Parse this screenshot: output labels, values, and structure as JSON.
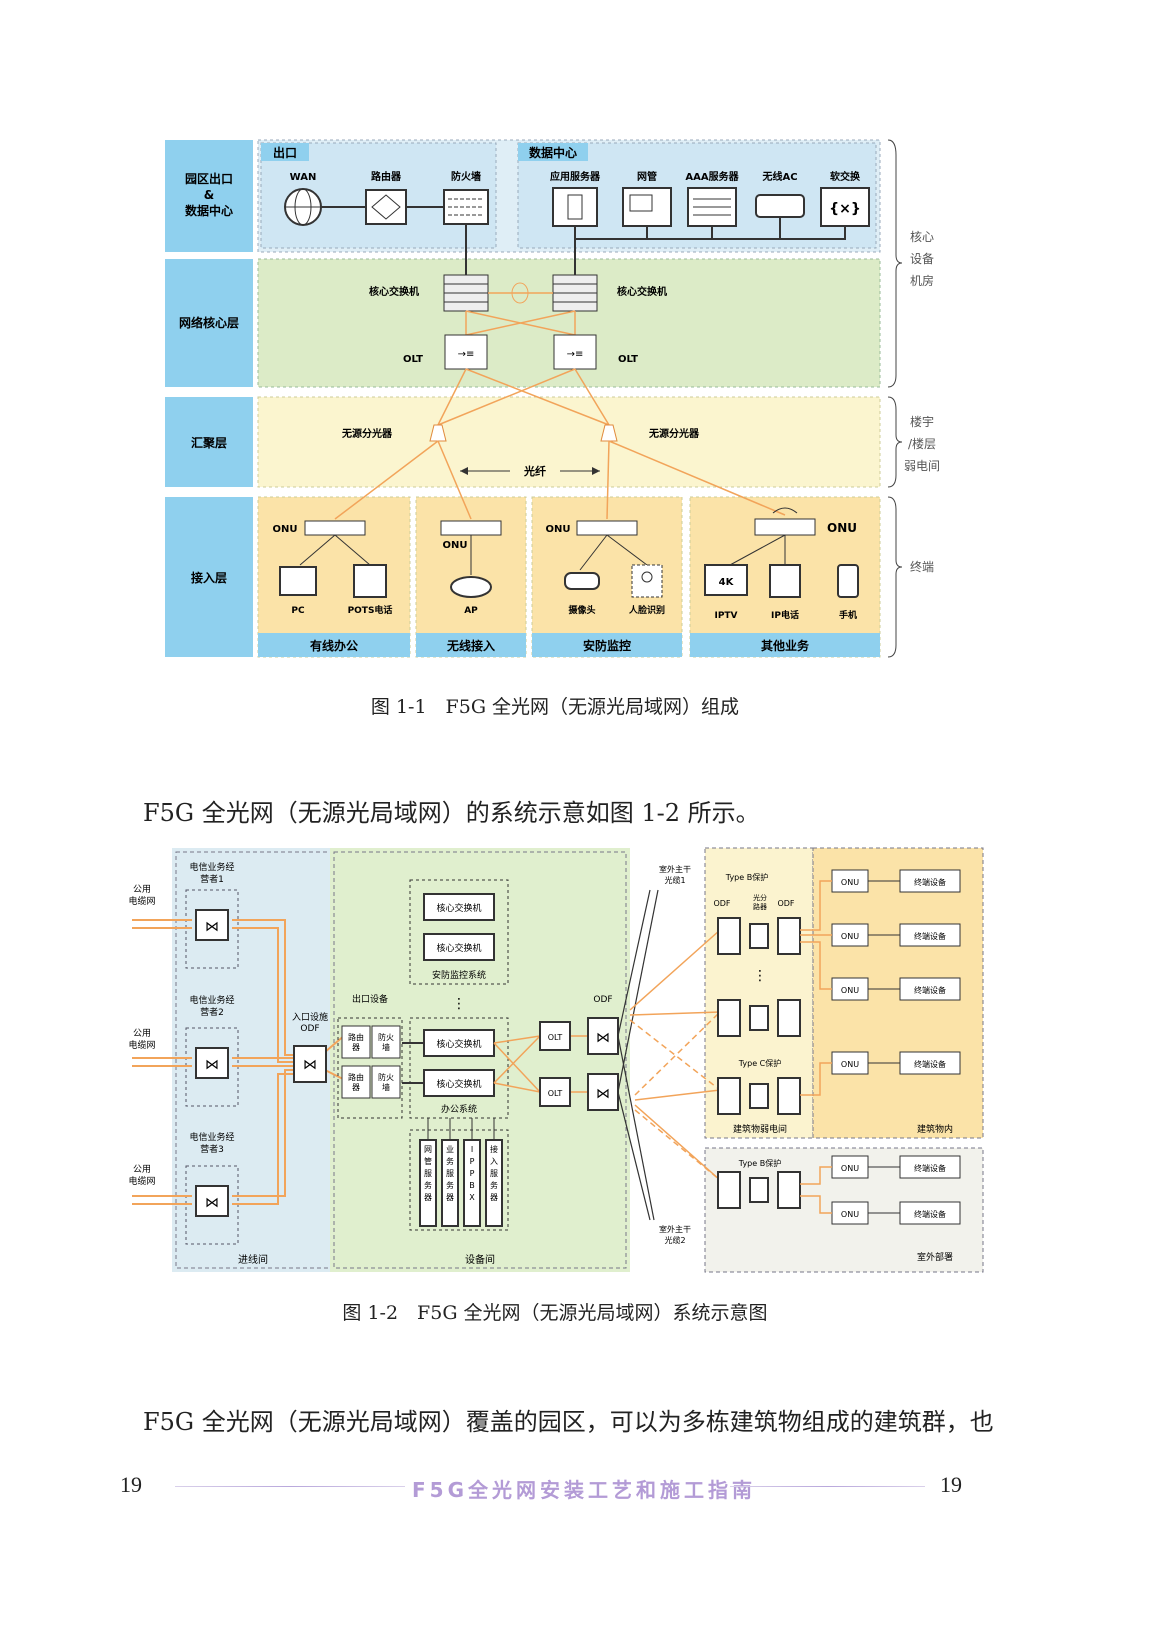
{
  "figure1": {
    "caption": "图 1-1　F5G 全光网（无源光局域网）组成",
    "layers": {
      "exit_dc": "园区出口\n&\n数据中心",
      "core": "网络核心层",
      "aggregation": "汇聚层",
      "access": "接入层"
    },
    "exit_box": "出口",
    "dc_box": "数据中心",
    "exit_devices": [
      "WAN",
      "路由器",
      "防火墙"
    ],
    "dc_devices": [
      "应用服务器",
      "网管",
      "AAA服务器",
      "无线AC",
      "软交换"
    ],
    "core_switch": "核心交换机",
    "olt": "OLT",
    "splitter": "无源分光器",
    "fiber": "光纤",
    "onu": "ONU",
    "access_groups": [
      {
        "name": "有线办公",
        "devices": [
          "PC",
          "POTS电话"
        ]
      },
      {
        "name": "无线接入",
        "devices": [
          "AP"
        ]
      },
      {
        "name": "安防监控",
        "devices": [
          "摄像头",
          "人脸识别"
        ]
      },
      {
        "name": "其他业务",
        "devices": [
          "IPTV",
          "IP电话",
          "手机"
        ]
      }
    ],
    "tv_badge": "4K",
    "right_labels": [
      "核心\n设备\n机房",
      "楼宇\n/楼层\n弱电间",
      "终端"
    ]
  },
  "paragraph1": "F5G 全光网（无源光局域网）的系统示意如图 1-2 所示。",
  "figure2": {
    "caption": "图 1-2　F5G 全光网（无源光局域网）系统示意图",
    "public_cable": "公用\n电缆网",
    "operators": [
      "电信业务经\n营者1",
      "电信业务经\n营者2",
      "电信业务经\n营者3"
    ],
    "entrance_room": "进线间",
    "entry_odf": "入口设施\nODF",
    "equipment_room": "设备间",
    "security_system": "安防监控系统",
    "core_switch": "核心交换机",
    "exit_equipment": "出口设备",
    "router": "路由\n器",
    "firewall": "防火\n墙",
    "office_system": "办公系统",
    "servers": [
      "网管服务器",
      "业务服务器",
      "IP-PBX",
      "接入服务器"
    ],
    "olt": "OLT",
    "odf": "ODF",
    "trunk1": "室外主干\n光缆1",
    "trunk2": "室外主干\n光缆2",
    "type_b": "Type B保护",
    "splitter": "光分\n路器",
    "type_c": "Type C保护",
    "building_weak_room": "建筑物弱电间",
    "onu": "ONU",
    "terminal": "终端设备",
    "building_inside": "建筑物内",
    "outdoor": "室外部署"
  },
  "paragraph2": "F5G 全光网（无源光局域网）覆盖的园区，可以为多栋建筑物组成的建筑群，也",
  "footer": {
    "page_left": "19",
    "title": "F5G全光网安装工艺和施工指南",
    "page_right": "19"
  }
}
